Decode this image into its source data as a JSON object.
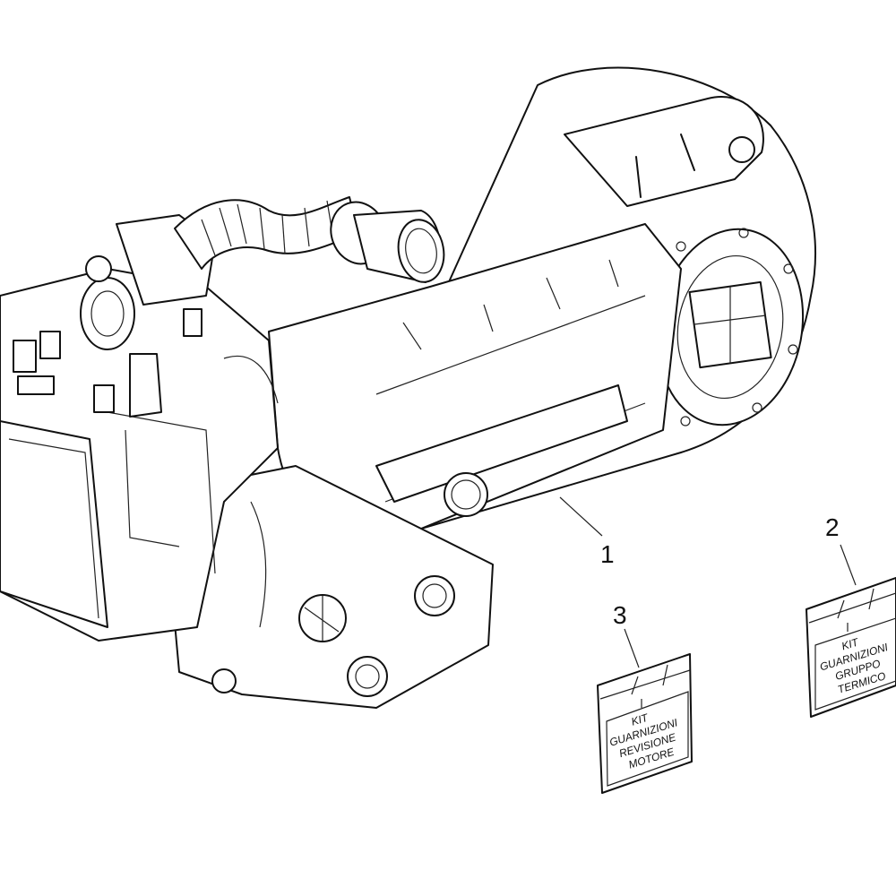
{
  "diagram": {
    "parts": [
      {
        "number": "1",
        "part": "engine"
      },
      {
        "number": "2",
        "kit_lines": [
          "KIT",
          "GUARNIZIONI",
          "GRUPPO",
          "TERMICO"
        ]
      },
      {
        "number": "3",
        "kit_lines": [
          "KIT",
          "GUARNIZIONI",
          "REVISIONE",
          "MOTORE"
        ]
      }
    ]
  }
}
